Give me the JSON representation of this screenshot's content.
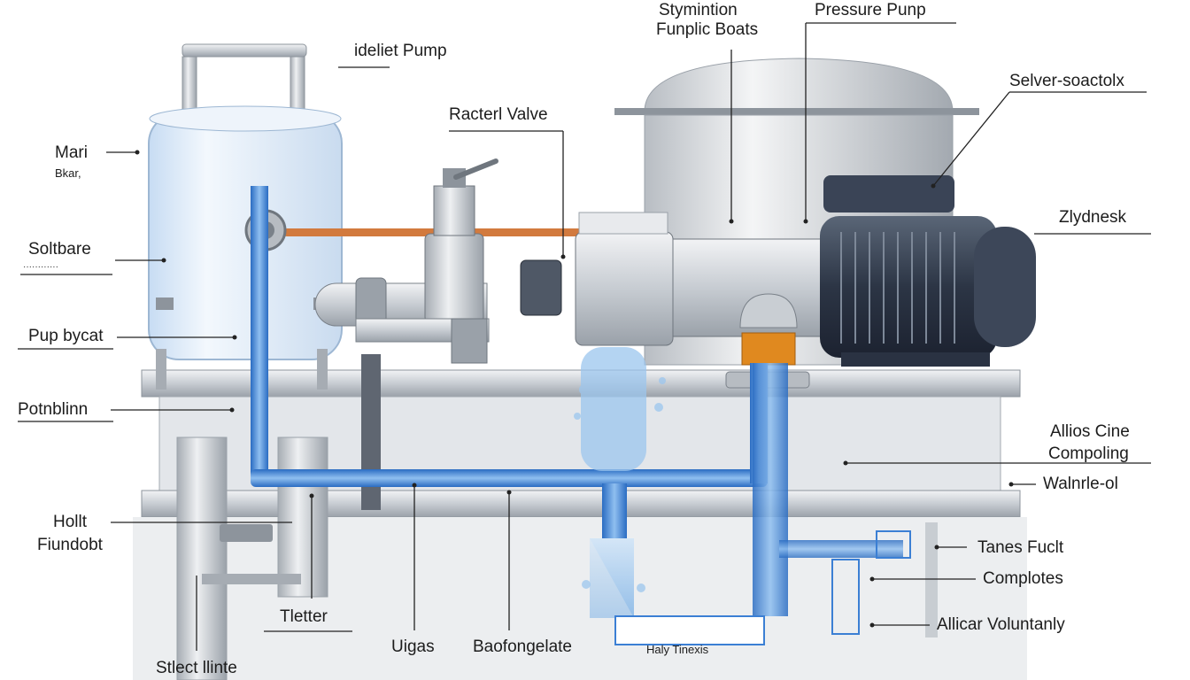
{
  "labels": {
    "mari_1": "Mari",
    "mari_2": "Bkar,",
    "solthare_1": "Soltbare",
    "solthare_2": "············",
    "pup_bycat": "Pup bycat",
    "potnblinn": "Potnblinn",
    "holt_1": "Hollt",
    "holt_2": "Fiundobt",
    "tletter": "Tletter",
    "stlect": "Stlect llinte",
    "uigas": "Uigas",
    "baofongelate": "Baofongelate",
    "haly_tinexis": "Haly Tinexis",
    "ideliet_pump": "ideliet Pump",
    "racterl_valve": "Racterl Valve",
    "stymintion_1": "Stymintion",
    "stymintion_2": "Funplic Boats",
    "pressure_pump": "Pressure Punp",
    "selver": "Selver-soactolx",
    "zlydnesk": "Zlydnesk",
    "allios_1": "Allios Cine",
    "allios_2": "Compoling",
    "walnrle": "Walnrle-ol",
    "tanes_fuclt": "Tanes Fuclt",
    "complotes": "Complotes",
    "allicar": "Allicar Voluntanly"
  },
  "colors": {
    "water": "#3b7fd4",
    "steel": "#b9bec4",
    "motor": "#2f3b4d",
    "copper": "#d27a3e",
    "tank_glass": "#dbe8f6",
    "coupling": "#e0891f"
  },
  "icons": [
    "water-splash",
    "pressure-gauge",
    "valve-handle"
  ]
}
